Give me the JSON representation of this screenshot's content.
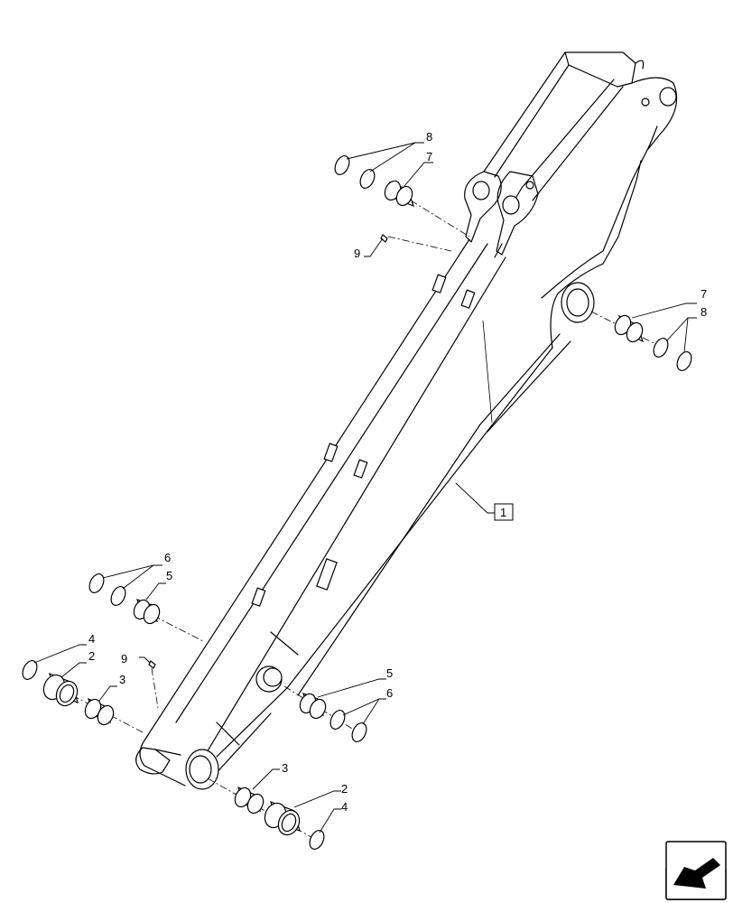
{
  "diagram": {
    "main_label": "1",
    "callouts": {
      "pin_top_left": "7",
      "rings_top_left": "8",
      "grease_top": "9",
      "pin_right": "7",
      "rings_right": "8",
      "rings_mid_left": "6",
      "bush_mid_left": "5",
      "ring_left": "4",
      "bush_left": "2",
      "sleeve_left": "3",
      "grease_bottom": "9",
      "bush_bottom_center": "5",
      "rings_bottom_center": "6",
      "sleeve_bottom": "3",
      "bush_bottom": "2",
      "ring_bottom": "4"
    }
  },
  "nav": {
    "icon": "next-page-arrow-icon"
  }
}
